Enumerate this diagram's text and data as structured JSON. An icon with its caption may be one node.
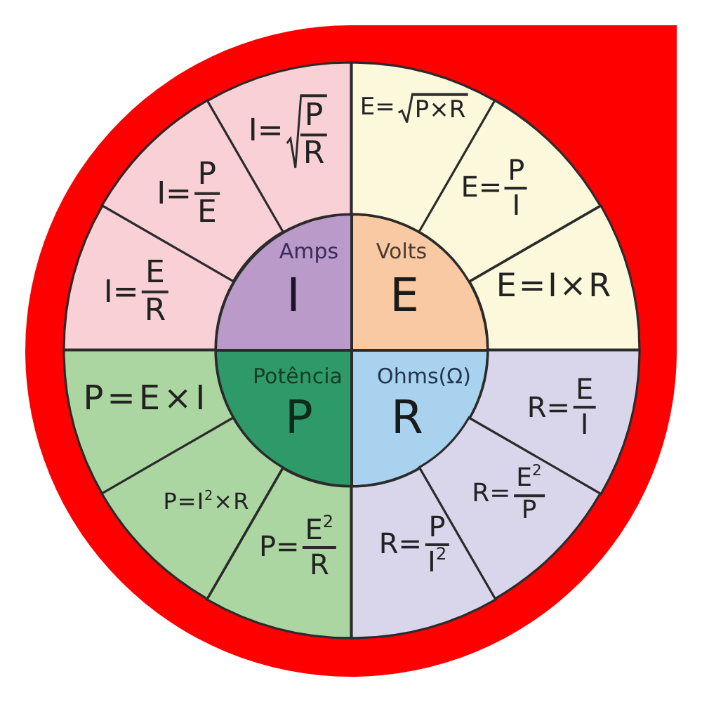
{
  "diagram": {
    "nodes": [
      {
        "text": [
          "Amps",
          "I"
        ]
      },
      {
        "text": [
          "I=",
          "P",
          "R"
        ]
      },
      {
        "text": [
          "I=",
          "P",
          "E"
        ]
      },
      {
        "text": [
          "I=",
          "E",
          "R"
        ]
      },
      {
        "text": [
          "Volts",
          "E"
        ]
      },
      {
        "text": [
          "E=",
          "P×R"
        ]
      },
      {
        "text": [
          "E=",
          "P",
          "I"
        ]
      },
      {
        "text": [
          "E=I×R"
        ]
      },
      {
        "text": [
          "Potência",
          "P"
        ]
      },
      {
        "text": [
          "P=E×I"
        ]
      },
      {
        "text": [
          "P=I$^{2}$×R"
        ]
      },
      {
        "text": [
          "P=",
          "E$^{2}$",
          "R"
        ]
      },
      {
        "text": [
          "Ohms(Ω)",
          "R"
        ]
      },
      {
        "text": [
          "R=",
          "E",
          "I"
        ]
      },
      {
        "text": [
          "R=",
          "E$^{2}$",
          "P"
        ]
      },
      {
        "text": [
          "R=",
          "P",
          "I$^{2}$"
        ]
      }
    ]
  }
}
